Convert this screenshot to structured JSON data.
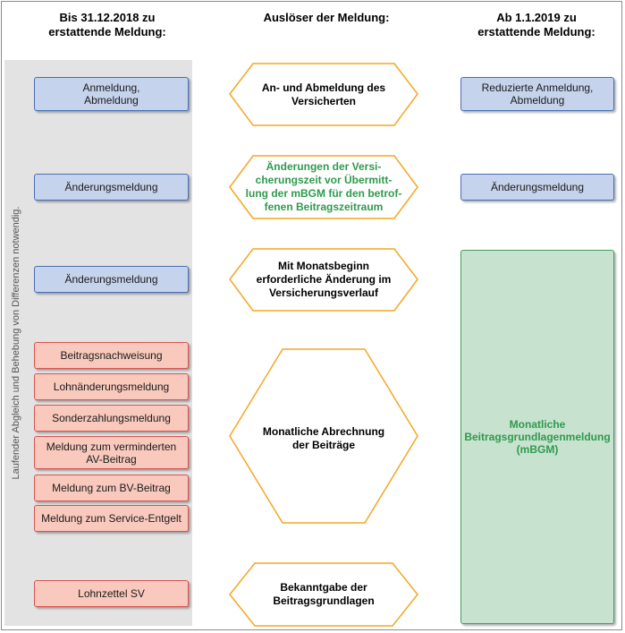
{
  "headers": {
    "left": "Bis 31.12.2018 zu\nerstattende Meldung:",
    "center": "Auslöser der Meldung:",
    "right": "Ab 1.1.2019 zu\nerstattende Meldung:"
  },
  "sidebar_note": "Laufender Abgleich und Behebung von Differenzen notwendig.",
  "left_boxes": [
    "Anmeldung,\nAbmeldung",
    "Änderungsmeldung",
    "Änderungsmeldung",
    "Beitragsnachweisung",
    "Lohnänderungsmeldung",
    "Sonderzahlungsmeldung",
    "Meldung zum verminderten\nAV-Beitrag",
    "Meldung zum BV-Beitrag",
    "Meldung zum Service-Entgelt",
    "Lohnzettel SV"
  ],
  "triggers": [
    "An- und Abmeldung des\nVersicherten",
    "Änderungen der Versi-\ncherungszeit vor Übermitt-\nlung der mBGM für den betrof-\nfenen Beitragszeitraum",
    "Mit Monatsbeginn\nerforderliche Änderung im\nVersicherungsverlauf",
    "Monatliche Abrechnung\nder Beiträge",
    "Bekanntgabe der\nBeitragsgrundlagen"
  ],
  "right_boxes": [
    "Reduzierte Anmeldung,\nAbmeldung",
    "Änderungsmeldung",
    "Monatliche\nBeitragsgrundlagenmeldung\n(mBGM)"
  ],
  "colors": {
    "blue_fill": "#c6d3ec",
    "blue_border": "#4a6fb5",
    "red_fill": "#f9c9bd",
    "red_border": "#d9534f",
    "green_fill": "#c7e2cf",
    "green_text": "#2f9a4d",
    "hexagon_border": "#f5a623"
  }
}
